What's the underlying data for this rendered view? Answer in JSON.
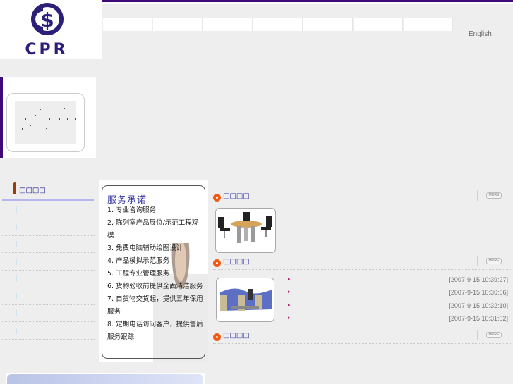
{
  "header": {
    "logo_text": "CPR",
    "brand_color": "#2b1f7a",
    "accent_bar_color": "#3d0a78",
    "nav_items": [
      "",
      "",
      "",
      "",
      "",
      "",
      ""
    ],
    "language_link": "English"
  },
  "sidebar": {
    "title": "□□□□",
    "items": [
      "",
      "",
      "",
      "",
      "",
      "",
      "",
      ""
    ]
  },
  "promise": {
    "title": "服务承诺",
    "items": [
      "1. 专业咨询服务",
      "2.  陈列室产品展位/示范工程观模",
      "3. 免费电脑辅助绘图设计",
      "4. 产品模拟示范服务",
      "5. 工程专业管理服务",
      "6. 货物验收前提供全面清洁服务",
      "7. 自货物交货起，提供五年保用服务",
      "8. 定期电话访问客户，提供售后服务跟踪"
    ]
  },
  "sections": [
    {
      "title": "□□□□",
      "more_label": "MORE",
      "thumbnail": "meeting-table-chairs-image"
    },
    {
      "title": "□□□□",
      "more_label": "MORE",
      "thumbnail": "office-workstation-image",
      "news": [
        {
          "title": "",
          "date": "[2007-9-15 10:39:27]"
        },
        {
          "title": "",
          "date": "[2007-9-15 10:36:06]"
        },
        {
          "title": "",
          "date": "[2007-9-15 10:32:10]"
        },
        {
          "title": "",
          "date": "[2007-9-15 10:31:02]"
        }
      ]
    },
    {
      "title": "□□□□",
      "more_label": "MORE"
    }
  ],
  "colors": {
    "section_icon": "#f05a12",
    "section_title": "#3030a0",
    "news_bullet": "#b0186a",
    "date_text": "#777777",
    "sidebar_title_bar": "#9b3b0c"
  }
}
